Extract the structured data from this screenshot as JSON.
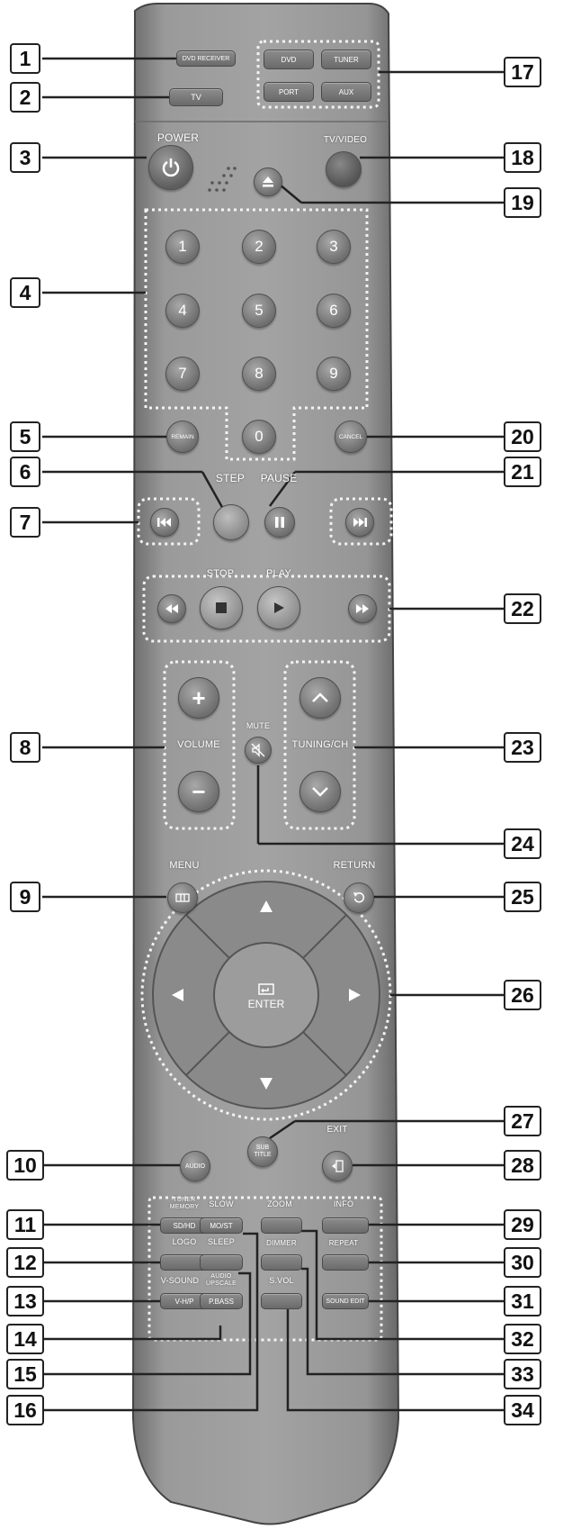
{
  "callouts": [
    "1",
    "2",
    "3",
    "4",
    "5",
    "6",
    "7",
    "8",
    "9",
    "10",
    "11",
    "12",
    "13",
    "14",
    "15",
    "16",
    "17",
    "18",
    "19",
    "20",
    "21",
    "22",
    "23",
    "24",
    "25",
    "26",
    "27",
    "28",
    "29",
    "30",
    "31",
    "32",
    "33",
    "34"
  ],
  "buttons": {
    "dvd_receiver": "DVD RECEIVER",
    "tv": "TV",
    "dvd": "DVD",
    "tuner": "TUNER",
    "port": "PORT",
    "aux": "AUX",
    "power": "POWER",
    "tv_video": "TV/VIDEO",
    "digits": [
      "1",
      "2",
      "3",
      "4",
      "5",
      "6",
      "7",
      "8",
      "9",
      "0"
    ],
    "remain": "REMAIN",
    "cancel": "CANCEL",
    "step": "STEP",
    "pause": "PAUSE",
    "stop": "STOP",
    "play": "PLAY",
    "mute": "MUTE",
    "volume": "VOLUME",
    "tuning_ch": "TUNING/CH",
    "menu": "MENU",
    "return": "RETURN",
    "enter": "ENTER",
    "audio": "AUDIO",
    "subtitle_line1": "SUB",
    "subtitle_line2": "TITLE",
    "exit": "EXIT",
    "tuner_memory_line1": "TUNER",
    "tuner_memory_line2": "MEMORY",
    "sd_hd": "SD/HD",
    "slow": "SLOW",
    "mo_st": "MO/ST",
    "zoom": "ZOOM",
    "info": "INFO",
    "logo": "LOGO",
    "sleep": "SLEEP",
    "dimmer": "DIMMER",
    "repeat": "REPEAT",
    "v_sound": "V-SOUND",
    "v_h_p": "V-H/P",
    "audio_upscale_line1": "AUDIO",
    "audio_upscale_line2": "UPSCALE",
    "p_bass": "P.BASS",
    "s_vol": "S.VOL",
    "sound_edit": "SOUND EDIT"
  },
  "colors": {
    "body": "#8f8f8f",
    "body_dark": "#5c5c5c",
    "button": "#7a7a7a",
    "outline": "#1a1a1a"
  }
}
